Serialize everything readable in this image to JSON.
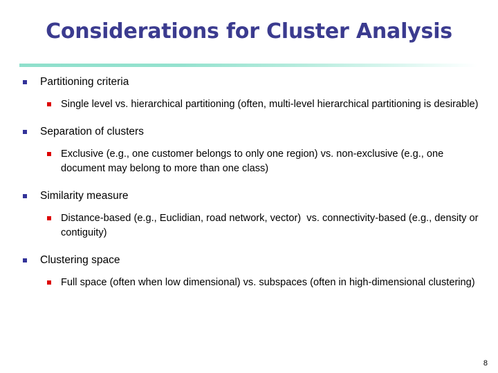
{
  "slide": {
    "title": "Considerations for Cluster Analysis",
    "page_number": "8",
    "accent_title_color": "#3B3B8F",
    "rule_color": "#8FE0CC",
    "level1_bullet_color": "#333399",
    "level2_bullet_color": "#DD0000",
    "blocks": [
      {
        "heading": "Partitioning criteria",
        "detail": "Single level vs. hierarchical partitioning (often, multi-level hierarchical partitioning is desirable)"
      },
      {
        "heading": "Separation of clusters",
        "detail": "Exclusive (e.g., one customer belongs to only one region) vs. non-exclusive (e.g., one document may belong to more than one class)"
      },
      {
        "heading": "Similarity measure",
        "detail": "Distance-based (e.g., Euclidian, road network, vector)  vs. connectivity-based (e.g., density or contiguity)"
      },
      {
        "heading": "Clustering space",
        "detail": "Full space (often when low dimensional) vs. subspaces (often in high-dimensional clustering)"
      }
    ]
  }
}
